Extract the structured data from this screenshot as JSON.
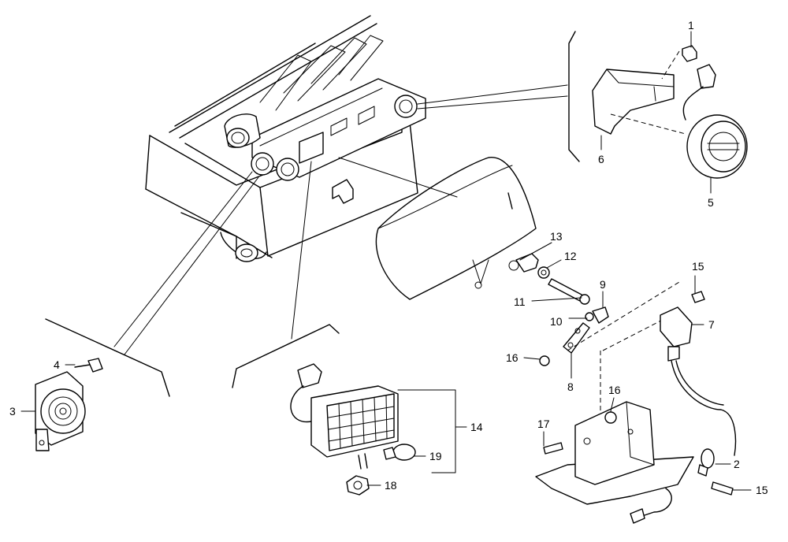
{
  "callouts": [
    {
      "id": "c1",
      "text": "1"
    },
    {
      "id": "c2",
      "text": "2"
    },
    {
      "id": "c3",
      "text": "3"
    },
    {
      "id": "c4",
      "text": "4"
    },
    {
      "id": "c5",
      "text": "5"
    },
    {
      "id": "c6",
      "text": "6"
    },
    {
      "id": "c7",
      "text": "7"
    },
    {
      "id": "c8",
      "text": "8"
    },
    {
      "id": "c9",
      "text": "9"
    },
    {
      "id": "c10",
      "text": "10"
    },
    {
      "id": "c11",
      "text": "11"
    },
    {
      "id": "c12",
      "text": "12"
    },
    {
      "id": "c13",
      "text": "13"
    },
    {
      "id": "c14",
      "text": "14"
    },
    {
      "id": "c15a",
      "text": "15"
    },
    {
      "id": "c15b",
      "text": "15"
    },
    {
      "id": "c16a",
      "text": "16"
    },
    {
      "id": "c16b",
      "text": "16"
    },
    {
      "id": "c17",
      "text": "17"
    },
    {
      "id": "c18",
      "text": "18"
    },
    {
      "id": "c19",
      "text": "19"
    }
  ]
}
